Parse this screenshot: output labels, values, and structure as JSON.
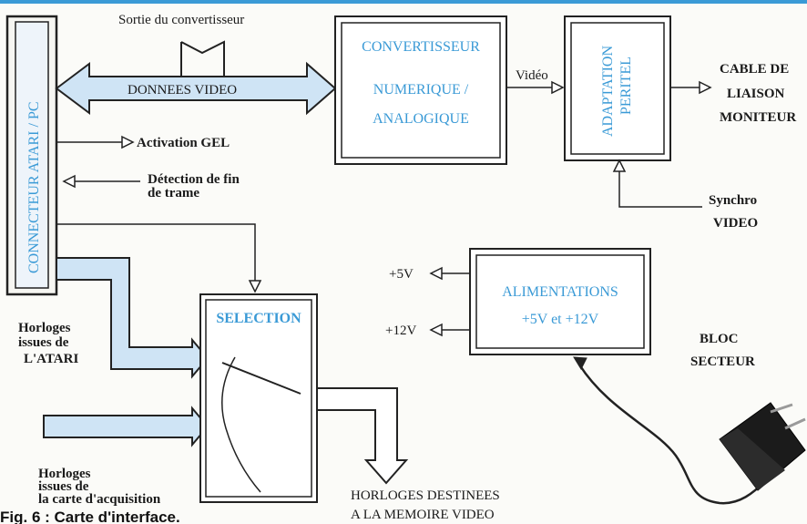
{
  "diagram": {
    "connector_label": "CONNECTEUR ATARI / PC",
    "converter_output_label": "Sortie du convertisseur",
    "video_bus_label": "DONNEES VIDEO",
    "converter_block": {
      "line1": "CONVERTISSEUR",
      "line2": "NUMERIQUE /",
      "line3": "ANALOGIQUE"
    },
    "video_label": "Vidéo",
    "peritel_block": {
      "line1": "ADAPTATION",
      "line2": "PERITEL"
    },
    "monitor_cable": {
      "line1": "CABLE DE",
      "line2": "LIAISON",
      "line3": "MONITEUR"
    },
    "activation_label": "Activation GEL",
    "frame_detect": {
      "line1": "Détection de fin",
      "line2": "de trame"
    },
    "sync": {
      "line1": "Synchro",
      "line2": "VIDEO"
    },
    "power_block": {
      "line1": "ALIMENTATIONS",
      "line2": "+5V et +12V"
    },
    "out_5v": "+5V",
    "out_12v": "+12V",
    "mains_block": {
      "line1": "BLOC",
      "line2": "SECTEUR"
    },
    "selection_label": "SELECTION",
    "atari_clocks": {
      "line1": "Horloges",
      "line2": "issues de",
      "line3": "L'ATARI"
    },
    "acq_clocks": {
      "line1": "Horloges",
      "line2": "issues de",
      "line3": "la carte d'acquisition"
    },
    "memory_clocks": {
      "line1": "HORLOGES DESTINEES",
      "line2": "A LA MEMOIRE VIDEO"
    },
    "caption": "Fig. 6 : Carte d'interface."
  },
  "colors": {
    "accent_blue": "#3a9ad6",
    "arrow_fill": "#cfe4f5",
    "stroke": "#222222",
    "adapter_body": "#1b1b1b"
  }
}
